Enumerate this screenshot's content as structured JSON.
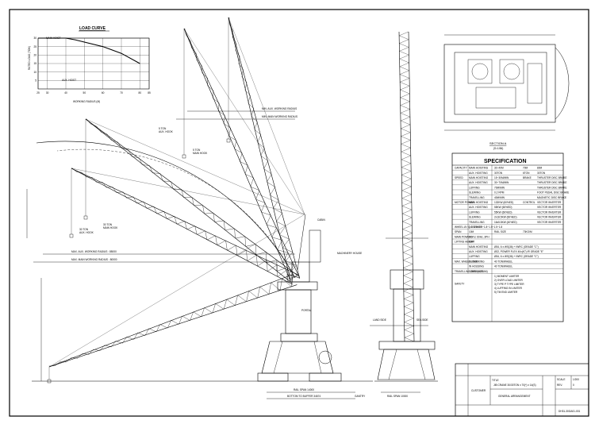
{
  "load_curve": {
    "title": "LOAD CURVE",
    "ylabel": "RATED LOAD (TON)",
    "xlabel": "WORKING RADIUS (M)",
    "main_hoist_label": "MAIN HOIST",
    "aux_hoist_label": "AUX. HOIST",
    "y_ticks": [
      "30",
      "25",
      "20",
      "15",
      "10",
      "5"
    ],
    "x_ticks": [
      "25",
      "30",
      "40",
      "50",
      "60",
      "70",
      "80",
      "85"
    ]
  },
  "chart_data": {
    "type": "line",
    "title": "LOAD CURVE",
    "xlabel": "WORKING RADIUS (M)",
    "ylabel": "RATED LOAD (TON)",
    "xlim": [
      25,
      85
    ],
    "ylim": [
      0,
      30
    ],
    "series": [
      {
        "name": "MAIN HOIST",
        "x": [
          25,
          40,
          45,
          60,
          70,
          80
        ],
        "y": [
          30,
          30,
          29,
          25,
          21,
          15
        ]
      }
    ],
    "grid": true
  },
  "elevation": {
    "dims_top": [
      "MIN. AUX. WORKING RADIUS",
      "MIN. MAIN WORKING RADIUS",
      "MAX. AUX. WORKING RADIUS : 85000",
      "MAX. MAIN WORKING RADIUS : 80000"
    ],
    "labels": [
      "30 TON",
      "AUX. HOOK",
      "30 TON",
      "MAIN HOOK",
      "5 TON",
      "AUX. HOOK",
      "5 TON",
      "MAIN HOOK",
      "CABIN",
      "MACHINERY HOUSE",
      "PORTAL",
      "RAIL SPAN 14000",
      "BOTTOM TO BUFFER 34674",
      "LAND SIDE",
      "SEA SIDE",
      "GANTRY",
      "RAIL SPAN 10000"
    ]
  },
  "section_label": "SECTION  A",
  "section_sub": "(S=1/84)",
  "spec": {
    "title": "SPECIFICATION",
    "rows": [
      [
        "CAPACITY",
        "MAIN HOISTING",
        "30~40M",
        "70M",
        "80M"
      ],
      [
        "",
        "AUX. HOISTING",
        "30TON",
        "6TON",
        "30TON"
      ],
      [
        "SPEED",
        "MAIN HOISTING",
        "15~30M/MIN",
        "BRAKE",
        "THRUSTER DISC BRAKE"
      ],
      [
        "",
        "AUX. HOISTING",
        "30~70M/MIN",
        "",
        "THRUSTER DISC BRAKE"
      ],
      [
        "",
        "LUFFING",
        "70M/MIN",
        "",
        "THRUSTER DISC BRAKE"
      ],
      [
        "",
        "SLEWING",
        "0.2 RPM",
        "",
        "FOOT PEDAL DISC BRAKE"
      ],
      [
        "",
        "TRAVELLING",
        "40M/MIN",
        "",
        "MAGNETIC DISC BRAKE"
      ],
      [
        "MOTOR POWER",
        "MAIN HOISTING",
        "132KW (60%ED)",
        "CONTROL",
        "VECTOR INVERTER"
      ],
      [
        "",
        "AUX. HOISTING",
        "55KW (60%ED)",
        "",
        "VECTOR INVERTER"
      ],
      [
        "",
        "LUFFING",
        "55KW (60%ED)",
        "",
        "VECTOR INVERTER"
      ],
      [
        "",
        "SLEWING",
        "2x18.5KW (60%ED)",
        "",
        "VECTOR INVERTER"
      ],
      [
        "",
        "TRAVELLING",
        "16x5.5KW (40%ED)",
        "",
        "VECTOR INVERTER"
      ]
    ],
    "whlines": [
      [
        "WHEEL Ø / Q CORNER",
        "1.5~1.8~1.5~1.8~1.5~1.5~1.8"
      ],
      [
        "SPAN",
        "10M",
        "RAIL SIZE",
        "73KG/M"
      ],
      [
        "MAIN POWER",
        "6.6KV, 60Hz, 3PH"
      ],
      [
        "LIFTING HEIGHT",
        "80M"
      ]
    ],
    "ropes": [
      [
        "MAIN HOISTING",
        "Ø34, 6 x WS(36) + IWRC (GRADE \"C\")"
      ],
      [
        "AUX. HOISTING",
        "Ø22, POWER FLEX 40x(K7) IR GRADE \"E\""
      ],
      [
        "LUFFING",
        "Ø34, 6 x WS(36) + IWRC (GRADE \"C\")"
      ]
    ],
    "max_wheel": [
      "MAX. WHEEL LOAD",
      "IN WORKING",
      "40 TON/WHEEL",
      "IN HOUSING",
      "40 TON/WHEEL"
    ],
    "travelling_distance": [
      "TRAVELLING DISTANCE",
      "1280M (X2SUM)"
    ],
    "safety_label": "SAFETY",
    "safety": [
      "1) MOMENT LIMITER",
      "2) OVER LOAD LIMITER",
      "3) TYPE P TYPE LIMITER",
      "4) LUFFING IN LIMITER",
      "5) TM END LIMITER"
    ]
  },
  "title_block": {
    "customer_label": "CUSTOMER",
    "title_label": "TITLE",
    "title_line1": "JIB CRANE 30/30TON x 70(*) x 14(S)",
    "title_line2": "GENERAL ARRANGEMENT",
    "drawing_no": "DH31-30GA01-001",
    "scale_label": "SCALE",
    "scale": "1/200",
    "rev_label": "REV.",
    "rev": "0"
  }
}
